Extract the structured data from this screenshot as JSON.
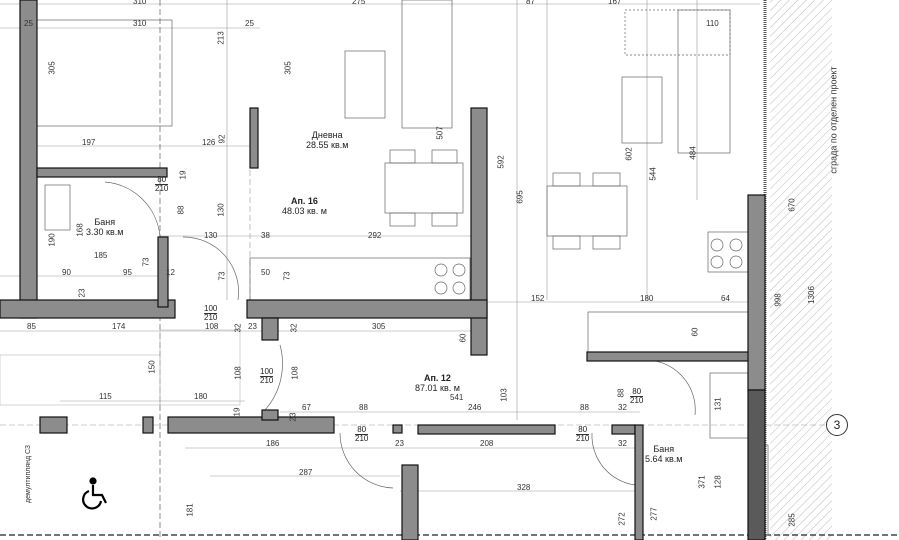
{
  "colors": {
    "wall": "#8c8c8c",
    "wall_dark": "#5a5a5a",
    "line": "#555555"
  },
  "rooms": {
    "living": {
      "name": "Дневна",
      "area": "28.55 кв.м"
    },
    "apt16": {
      "name": "Ап. 16",
      "area": "48.03 кв. м"
    },
    "bath16": {
      "name": "Баня",
      "area": "3.30 кв.м"
    },
    "apt12": {
      "name": "Ап. 12",
      "area": "87.01 кв. м"
    },
    "bath12": {
      "name": "Баня",
      "area": "5.64 кв.м"
    }
  },
  "notes": {
    "adjacent": "сграда по отделен проект",
    "shaft": "демултиплянд С3",
    "grid_axis": "3",
    "accessible_icon": "wheelchair-icon"
  },
  "doors": [
    {
      "w": "80",
      "h": "210"
    },
    {
      "w": "100",
      "h": "210"
    },
    {
      "w": "100",
      "h": "210"
    },
    {
      "w": "80",
      "h": "210"
    },
    {
      "w": "80",
      "h": "210"
    },
    {
      "w": "80",
      "h": "210"
    }
  ],
  "dims": [
    "310",
    "25",
    "310",
    "25",
    "275",
    "87",
    "167",
    "110",
    "213",
    "305",
    "305",
    "197",
    "126",
    "92",
    "507",
    "592",
    "695",
    "602",
    "544",
    "484",
    "670",
    "19",
    "88",
    "130",
    "168",
    "190",
    "130",
    "38",
    "292",
    "185",
    "73",
    "90",
    "95",
    "12",
    "73",
    "50",
    "73",
    "23",
    "85",
    "174",
    "108",
    "32",
    "23",
    "32",
    "305",
    "60",
    "152",
    "180",
    "64",
    "60",
    "998",
    "1306",
    "150",
    "108",
    "108",
    "541",
    "115",
    "180",
    "103",
    "88",
    "246",
    "88",
    "88",
    "32",
    "67",
    "19",
    "23",
    "131",
    "23",
    "208",
    "32",
    "186",
    "287",
    "328",
    "371",
    "128",
    "181",
    "272",
    "277",
    "285"
  ]
}
